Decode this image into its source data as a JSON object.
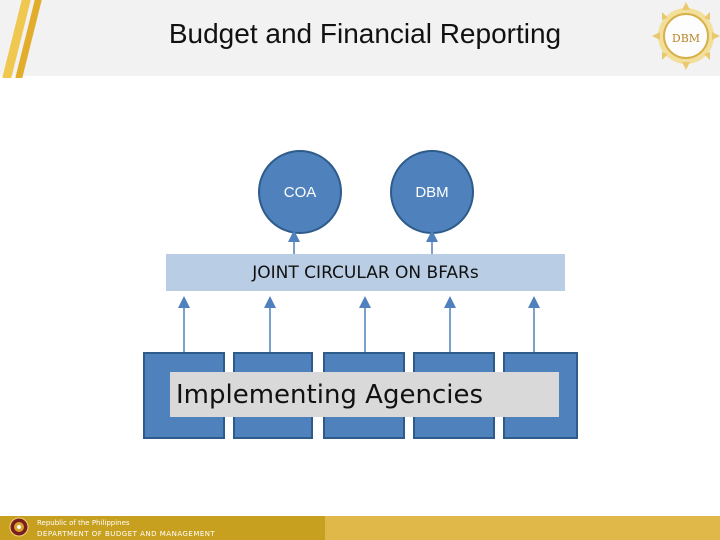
{
  "slide": {
    "title": "Budget and Financial Reporting",
    "logo_text": "DBM"
  },
  "diagram": {
    "top_nodes": [
      {
        "label": "COA"
      },
      {
        "label": "DBM"
      }
    ],
    "circular": {
      "label": "JOINT CIRCULAR ON BFARs"
    },
    "agencies": {
      "label": "Implementing Agencies",
      "box_count": 5
    }
  },
  "footer": {
    "line1": "Republic of the Philippines",
    "line2": "DEPARTMENT OF BUDGET AND MANAGEMENT"
  },
  "colors": {
    "node_fill": "#4f81bd",
    "bar_fill": "#b9cde5",
    "label_fill": "#d9d9d9",
    "accent_gold": "#e0b84a"
  }
}
